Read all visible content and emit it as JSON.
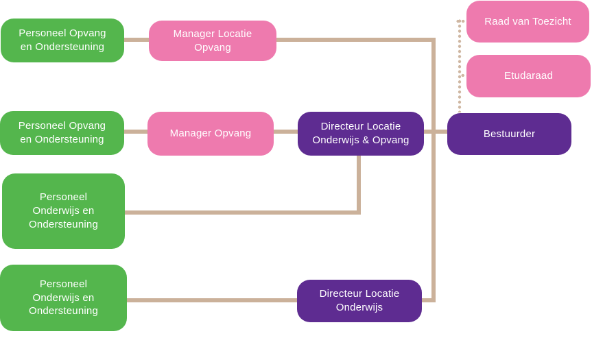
{
  "diagram": {
    "type": "organizational-chart",
    "language": "nl",
    "colors": {
      "staff_green": "#54b64d",
      "manager_pink": "#ee7aae",
      "director_purple": "#5e2c91",
      "connector_tan": "#cbb19a",
      "dotted_tan": "#cfb7a2",
      "label_text": "#ffffff",
      "background": "#ffffff"
    },
    "nodes": [
      {
        "id": "personeel-opvang-1",
        "label": "Personeel Opvang\nen Ondersteuning",
        "color": "staff_green"
      },
      {
        "id": "manager-locatie-opvang",
        "label": "Manager Locatie\nOpvang",
        "color": "manager_pink"
      },
      {
        "id": "personeel-opvang-2",
        "label": "Personeel Opvang\nen Ondersteuning",
        "color": "staff_green"
      },
      {
        "id": "manager-opvang",
        "label": "Manager Opvang",
        "color": "manager_pink"
      },
      {
        "id": "directeur-locatie-onderwijs-opvang",
        "label": "Directeur Locatie\nOnderwijs & Opvang",
        "color": "director_purple"
      },
      {
        "id": "bestuurder",
        "label": "Bestuurder",
        "color": "director_purple"
      },
      {
        "id": "raad-van-toezicht",
        "label": "Raad van Toezicht",
        "color": "manager_pink"
      },
      {
        "id": "etudaraad",
        "label": "Etudaraad",
        "color": "manager_pink"
      },
      {
        "id": "personeel-onderwijs-1",
        "label": "Personeel\nOnderwijs en\nOndersteuning",
        "color": "staff_green"
      },
      {
        "id": "personeel-onderwijs-2",
        "label": "Personeel\nOnderwijs en\nOndersteuning",
        "color": "staff_green"
      },
      {
        "id": "directeur-locatie-onderwijs",
        "label": "Directeur Locatie\nOnderwijs",
        "color": "director_purple"
      }
    ],
    "edges": [
      {
        "from": "personeel-opvang-1",
        "to": "manager-locatie-opvang",
        "style": "solid"
      },
      {
        "from": "manager-locatie-opvang",
        "to": "bestuurder",
        "style": "solid"
      },
      {
        "from": "personeel-opvang-2",
        "to": "manager-opvang",
        "style": "solid"
      },
      {
        "from": "manager-opvang",
        "to": "directeur-locatie-onderwijs-opvang",
        "style": "solid"
      },
      {
        "from": "directeur-locatie-onderwijs-opvang",
        "to": "bestuurder",
        "style": "solid"
      },
      {
        "from": "personeel-onderwijs-1",
        "to": "directeur-locatie-onderwijs-opvang",
        "style": "solid"
      },
      {
        "from": "personeel-onderwijs-2",
        "to": "directeur-locatie-onderwijs",
        "style": "solid"
      },
      {
        "from": "directeur-locatie-onderwijs",
        "to": "bestuurder",
        "style": "solid"
      },
      {
        "from": "bestuurder",
        "to": "raad-van-toezicht",
        "style": "dotted"
      },
      {
        "from": "bestuurder",
        "to": "etudaraad",
        "style": "dotted"
      }
    ]
  }
}
